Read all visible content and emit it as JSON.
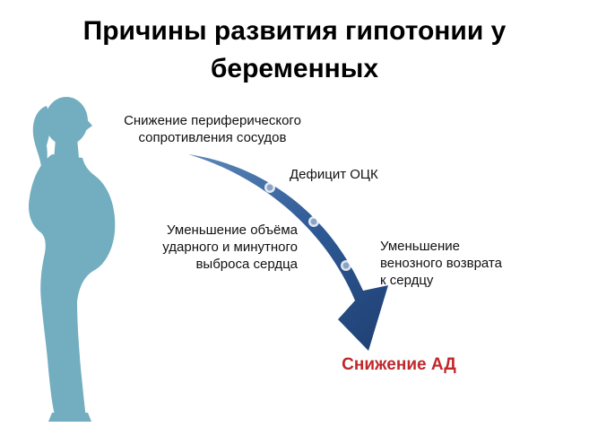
{
  "title": {
    "line1": "Причины развития гипотонии у",
    "line2": "беременных"
  },
  "causes": {
    "peripheral_resistance": {
      "line1": "Снижение периферического",
      "line2": "сопротивления сосудов"
    },
    "bcv_deficit": {
      "line1": "Дефицит ОЦК"
    },
    "cardiac_output": {
      "line1": "Уменьшение объёма",
      "line2": "ударного и минутного",
      "line3": "выброса сердца"
    },
    "venous_return": {
      "line1": "Уменьшение",
      "line2": "венозного возврата",
      "line3": "к сердцу"
    }
  },
  "result": {
    "label": "Снижение АД"
  },
  "colors": {
    "silhouette": "#72aebf",
    "arrow_dark": "#1f3f72",
    "arrow_light": "#5e88bb",
    "result": "#c0282b"
  },
  "icons": {
    "silhouette": "pregnant-woman-silhouette",
    "arrow": "curved-down-arrow"
  }
}
